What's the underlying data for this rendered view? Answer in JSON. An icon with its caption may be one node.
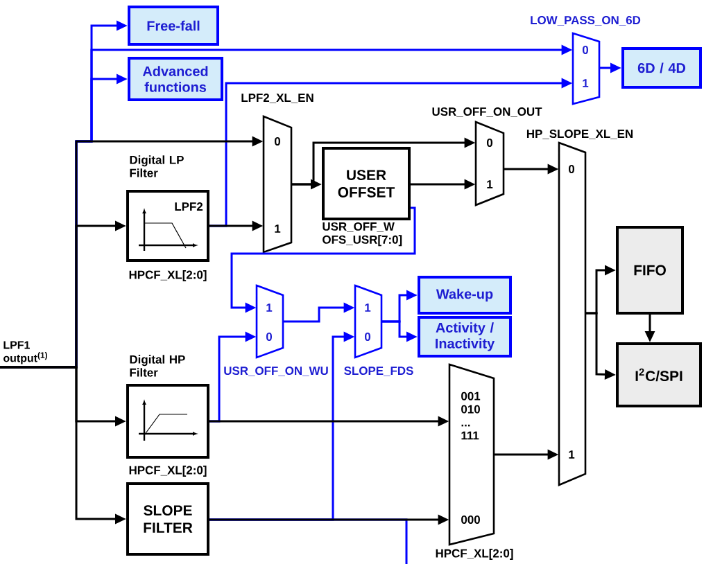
{
  "diagram": {
    "nodes": [
      {
        "text": [
          "LPF1 output$^{(1)}$"
        ]
      },
      {
        "text": [
          "Free-fall"
        ]
      },
      {
        "text": [
          "Advanced functions"
        ]
      },
      {
        "text": [
          "Digital LP Filter",
          "LPF2"
        ],
        "beside": [
          "HPCF_XL[2:0]"
        ]
      },
      {
        "text": [
          "LPF2_XL_EN",
          "0",
          "1"
        ]
      },
      {
        "text": [
          "USER OFFSET"
        ],
        "beside": [
          "USR_OFF_W OFS_USR[7:0]"
        ]
      },
      {
        "text": [
          "USR_OFF_ON_OUT",
          "0",
          "1"
        ]
      },
      {
        "text": [
          "LOW_PASS_ON_6D",
          "0",
          "1"
        ]
      },
      {
        "text": [
          "6D / 4D"
        ]
      },
      {
        "text": [
          "HP_SLOPE_XL_EN",
          "0",
          "1"
        ]
      },
      {
        "text": [
          "FIFO"
        ]
      },
      {
        "text": [
          "I$^{2}$C/SPI"
        ]
      },
      {
        "text": [
          "1",
          "0"
        ],
        "beside": [
          "USR_OFF_ON_WU"
        ]
      },
      {
        "text": [
          "1",
          "0"
        ],
        "beside": [
          "SLOPE_FDS"
        ]
      },
      {
        "text": [
          "Wake-up"
        ]
      },
      {
        "text": [
          "Activity / Inactivity"
        ]
      },
      {
        "text": [
          "Digital HP Filter"
        ],
        "beside": [
          "HPCF_XL[2:0]"
        ]
      },
      {
        "text": [
          "SLOPE FILTER"
        ]
      },
      {
        "text": [
          "001 010 ... 111",
          "000"
        ],
        "beside": [
          "HPCF_XL[2:0]"
        ]
      }
    ],
    "edges": [
      {
        "from": 0,
        "to": 4,
        "arrow": "to"
      },
      {
        "from": 0,
        "to": 3,
        "arrow": "to"
      },
      {
        "from": 0,
        "to": 16,
        "arrow": "to"
      },
      {
        "from": 0,
        "to": 17,
        "arrow": "to"
      },
      {
        "from": 0,
        "to": 1,
        "arrow": "to",
        "color": "#0000ff"
      },
      {
        "from": 0,
        "to": 2,
        "arrow": "to",
        "color": "#0000ff"
      },
      {
        "from": 0,
        "to": 7,
        "arrow": "to",
        "color": "#0000ff"
      },
      {
        "from": 3,
        "to": 4,
        "arrow": "to"
      },
      {
        "from": 3,
        "to": 7,
        "arrow": "to",
        "color": "#0000ff"
      },
      {
        "from": 4,
        "to": 5,
        "arrow": "to"
      },
      {
        "from": 4,
        "to": 6,
        "arrow": "to"
      },
      {
        "from": 5,
        "to": 6,
        "arrow": "to"
      },
      {
        "from": 5,
        "to": 12,
        "arrow": "to",
        "color": "#0000ff"
      },
      {
        "from": 16,
        "to": 12,
        "arrow": "to",
        "color": "#0000ff"
      },
      {
        "from": 12,
        "to": 13,
        "arrow": "to",
        "color": "#0000ff"
      },
      {
        "from": 17,
        "to": 13,
        "arrow": "to",
        "color": "#0000ff"
      },
      {
        "from": 13,
        "to": 14,
        "arrow": "to",
        "color": "#0000ff"
      },
      {
        "from": 13,
        "to": 15,
        "arrow": "to",
        "color": "#0000ff"
      },
      {
        "from": 7,
        "to": 8,
        "arrow": "to",
        "color": "#0000ff"
      },
      {
        "from": 6,
        "to": 9,
        "arrow": "to"
      },
      {
        "from": 16,
        "to": 18,
        "arrow": "to"
      },
      {
        "from": 17,
        "to": 18,
        "arrow": "to"
      },
      {
        "from": 17,
        "to": null,
        "arrow": "none",
        "color": "#0000ff"
      },
      {
        "from": 18,
        "to": 9,
        "arrow": "to"
      },
      {
        "from": 9,
        "to": 10,
        "arrow": "to"
      },
      {
        "from": 9,
        "to": 11,
        "arrow": "to"
      },
      {
        "from": 10,
        "to": 11,
        "arrow": "to"
      }
    ]
  }
}
